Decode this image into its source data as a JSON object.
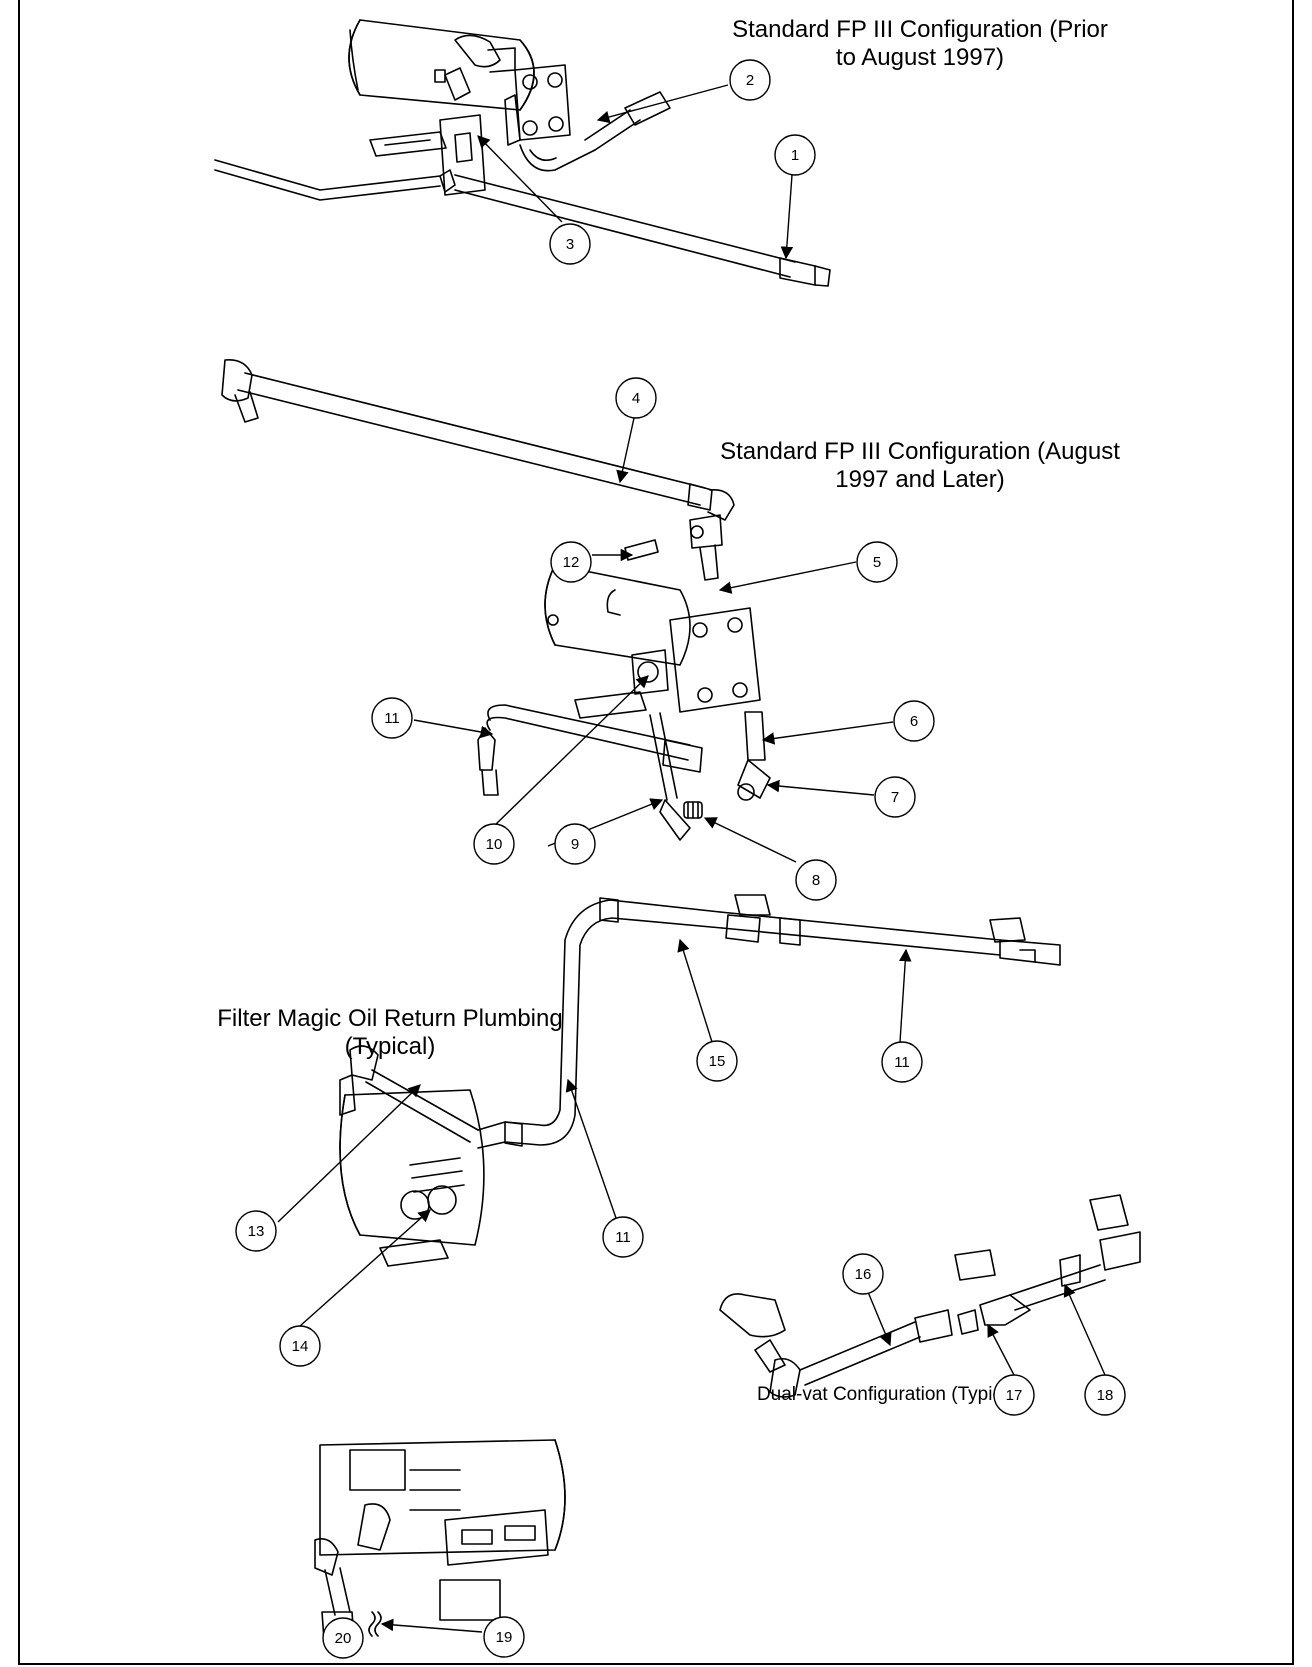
{
  "captions": {
    "prior_line1": "Standard FP III Configuration (Prior",
    "prior_line2": "to August 1997)",
    "later_line1": "Standard FP III Configuration (August",
    "later_line2": "1997 and Later)",
    "filter_magic_line1": "Filter Magic Oil Return Plumbing",
    "filter_magic_line2": "(Typical)",
    "dual_vat": "Dual-vat Configuration (Typical)"
  },
  "callouts": {
    "c1": "1",
    "c2": "2",
    "c3": "3",
    "c4": "4",
    "c5": "5",
    "c6": "6",
    "c7": "7",
    "c8": "8",
    "c9": "9",
    "c10": "10",
    "c11a": "11",
    "c12": "12",
    "c11b": "11",
    "c11c": "11",
    "c13": "13",
    "c14": "14",
    "c15": "15",
    "c16": "16",
    "c17": "17",
    "c18": "18",
    "c19": "19",
    "c20": "20"
  }
}
